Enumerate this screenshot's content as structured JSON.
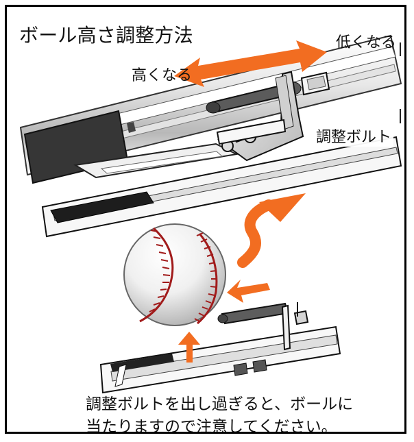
{
  "diagram": {
    "title": "ボール高さ調整方法",
    "labels": {
      "lower": "低くなる",
      "higher": "高くなる",
      "adjust_bolt": "調整ボルト"
    },
    "warning_lines": [
      "調整ボルトを出し過ぎると、ボールに",
      "当たりますので注意してください。"
    ],
    "colors": {
      "accent_arrow": "#f26d21",
      "frame": "#000000",
      "metal_dark": "#222222",
      "metal_mid": "#8c8c8c",
      "metal_light": "#d5d5d5",
      "ball_stitch": "#a11b1b"
    },
    "icons": [
      "double-arrow-icon",
      "curved-arrow-icon",
      "left-arrow-icon",
      "up-arrow-icon",
      "baseball-icon"
    ]
  }
}
